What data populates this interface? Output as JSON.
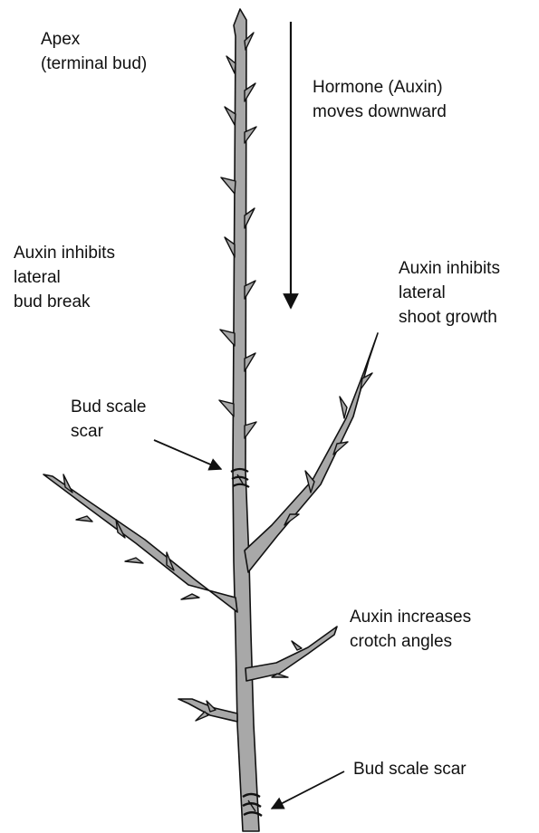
{
  "colors": {
    "stem_fill": "#a8a8a8",
    "outline": "#111111",
    "text": "#111111"
  },
  "labels": {
    "apex": [
      "Apex",
      "(terminal bud)"
    ],
    "hormone": [
      "Hormone (Auxin)",
      "moves downward"
    ],
    "inhibits_bud_break": [
      "Auxin inhibits",
      "lateral",
      "bud break"
    ],
    "inhibits_shoot_growth": [
      "Auxin inhibits",
      "lateral",
      "shoot growth"
    ],
    "bud_scale_scar_upper": [
      "Bud scale",
      "scar"
    ],
    "increases_crotch": [
      "Auxin increases",
      "crotch angles"
    ],
    "bud_scale_scar_lower": [
      "Bud scale scar"
    ]
  }
}
